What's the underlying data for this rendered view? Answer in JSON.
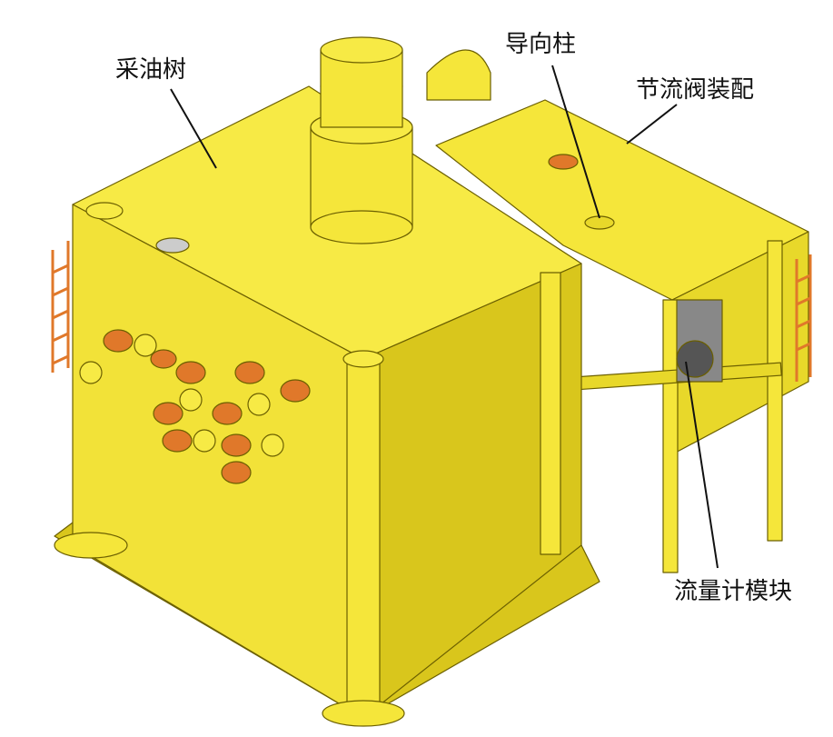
{
  "labels": {
    "tree": "采油树",
    "guide_post": "导向柱",
    "choke_assembly": "节流阀装配",
    "flowmeter_module": "流量计模块"
  },
  "colors": {
    "body": "#f5e63a",
    "shade": "#d9c61c",
    "dark": "#b8a70f",
    "valve": "#e0782a",
    "outline": "#6b5f00"
  }
}
